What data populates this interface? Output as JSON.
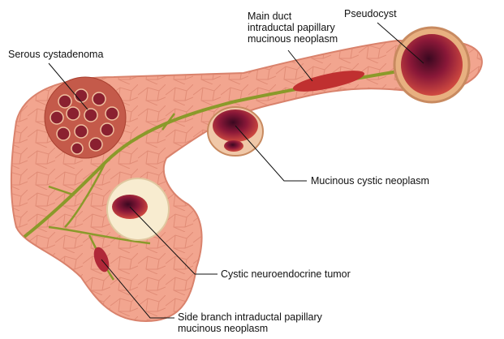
{
  "labels": {
    "serous": "Serous cystadenoma",
    "main_duct": [
      "Main duct",
      "intraductal papillary",
      "mucinous neoplasm"
    ],
    "pseudocyst": "Pseudocyst",
    "mucinous_cystic": "Mucinous cystic neoplasm",
    "neuroendocrine": "Cystic neuroendocrine tumor",
    "side_branch": [
      "Side branch intraductal papillary",
      "mucinous neoplasm"
    ]
  },
  "colors": {
    "tissue": "#f2a58f",
    "tissue_line": "#d9826c",
    "duct": "#8a9a2a",
    "cyst": "#7a1030",
    "cream": "#f8ecd0"
  }
}
